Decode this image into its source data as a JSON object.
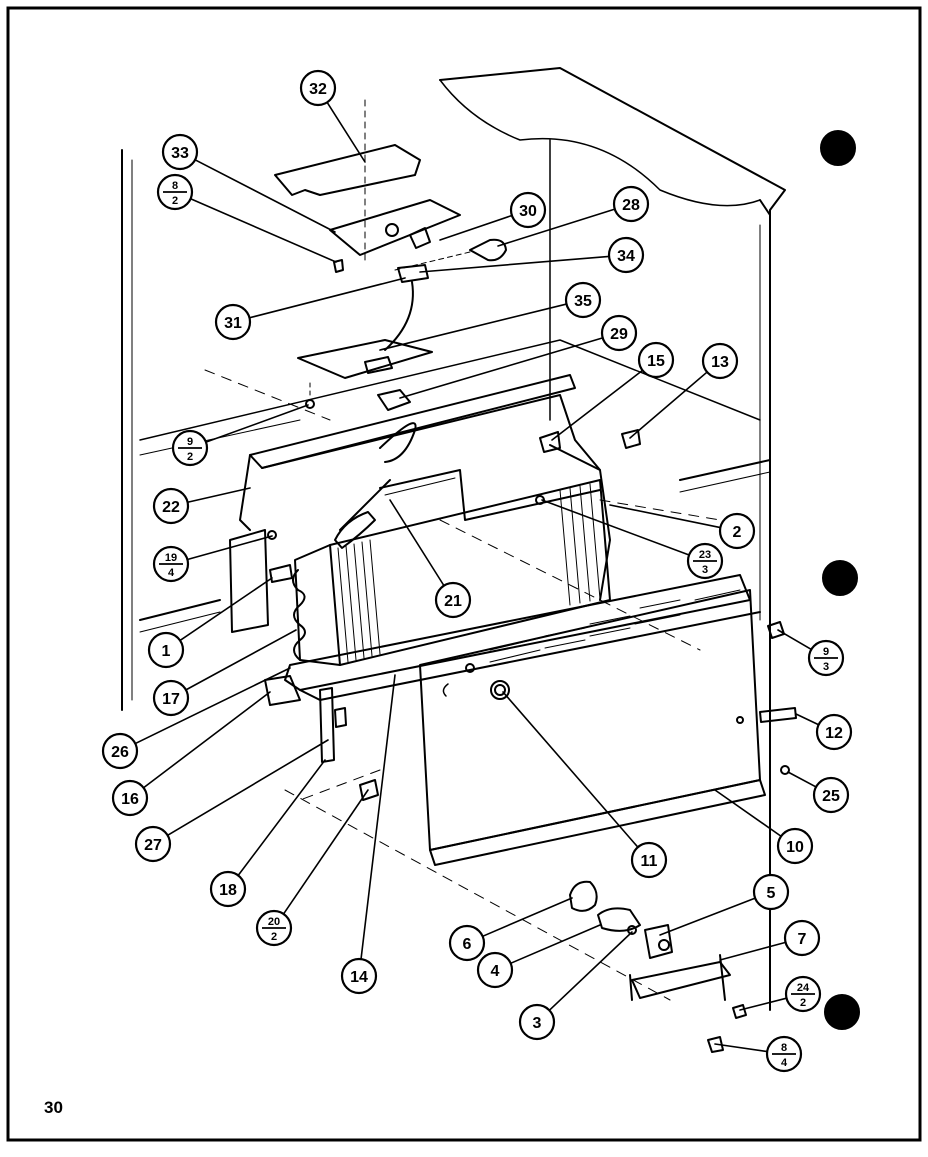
{
  "page_number": "30",
  "callouts": [
    {
      "id": "32",
      "text": "32"
    },
    {
      "id": "33",
      "text": "33"
    },
    {
      "id": "30",
      "text": "30"
    },
    {
      "id": "28",
      "text": "28"
    },
    {
      "id": "34",
      "text": "34"
    },
    {
      "id": "31",
      "text": "31"
    },
    {
      "id": "35",
      "text": "35"
    },
    {
      "id": "29",
      "text": "29"
    },
    {
      "id": "15",
      "text": "15"
    },
    {
      "id": "13",
      "text": "13"
    },
    {
      "id": "22",
      "text": "22"
    },
    {
      "id": "2",
      "text": "2"
    },
    {
      "id": "21",
      "text": "21"
    },
    {
      "id": "1",
      "text": "1"
    },
    {
      "id": "17",
      "text": "17"
    },
    {
      "id": "12",
      "text": "12"
    },
    {
      "id": "26",
      "text": "26"
    },
    {
      "id": "16",
      "text": "16"
    },
    {
      "id": "25",
      "text": "25"
    },
    {
      "id": "27",
      "text": "27"
    },
    {
      "id": "10",
      "text": "10"
    },
    {
      "id": "11",
      "text": "11"
    },
    {
      "id": "18",
      "text": "18"
    },
    {
      "id": "14",
      "text": "14"
    },
    {
      "id": "6",
      "text": "6"
    },
    {
      "id": "5",
      "text": "5"
    },
    {
      "id": "4",
      "text": "4"
    },
    {
      "id": "7",
      "text": "7"
    },
    {
      "id": "3",
      "text": "3"
    }
  ],
  "fraction_callouts": [
    {
      "id": "f-8-2",
      "num": "8",
      "den": "2"
    },
    {
      "id": "f-9-2",
      "num": "9",
      "den": "2"
    },
    {
      "id": "f-19-4",
      "num": "19",
      "den": "4"
    },
    {
      "id": "f-23-3",
      "num": "23",
      "den": "3"
    },
    {
      "id": "f-9-3",
      "num": "9",
      "den": "3"
    },
    {
      "id": "f-20-2",
      "num": "20",
      "den": "2"
    },
    {
      "id": "f-24-2",
      "num": "24",
      "den": "2"
    },
    {
      "id": "f-8-4",
      "num": "8",
      "den": "4"
    }
  ]
}
